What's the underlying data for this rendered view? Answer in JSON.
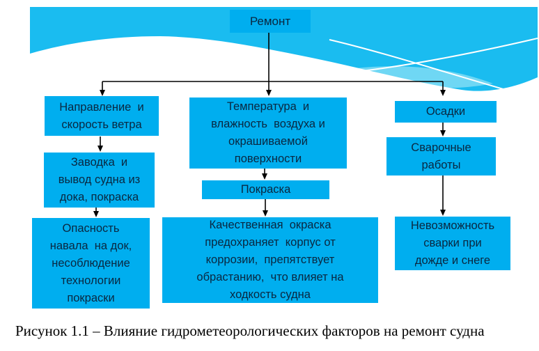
{
  "colors": {
    "banner": "#1ABCF0",
    "banner_wave_light": "#6FD7F4",
    "node_fill": "#00AEEF",
    "node_text": "#0a2740",
    "connector": "#000000",
    "caption_text": "#000000"
  },
  "root": {
    "label": "Ремонт"
  },
  "columns": [
    {
      "name": "wind",
      "boxes": [
        {
          "label": "Направление  и\nскорость ветра"
        },
        {
          "label": "Заводка  и\nвывод судна из\nдока, покраска"
        },
        {
          "label": "Опасность\nнавала  на док,\nнесоблюдение\nтехнологии\nпокраски"
        }
      ]
    },
    {
      "name": "temperature",
      "boxes": [
        {
          "label": "Температура  и\nвлажность  воздуха и\nокрашиваемой\nповерхности"
        },
        {
          "label": "Покраска"
        },
        {
          "label": "Качественная  окраска\nпредохраняет  корпус от\nкоррозии,  препятствует\nобрастанию,  что влияет на\nходкость судна"
        }
      ]
    },
    {
      "name": "precipitation",
      "boxes": [
        {
          "label": "Осадки"
        },
        {
          "label": "Сварочные\nработы"
        },
        {
          "label": "Невозможность\nсварки при\nдожде и снеге"
        }
      ]
    }
  ],
  "caption": "Рисунок 1.1 – Влияние гидрометеорологических факторов на ремонт судна"
}
